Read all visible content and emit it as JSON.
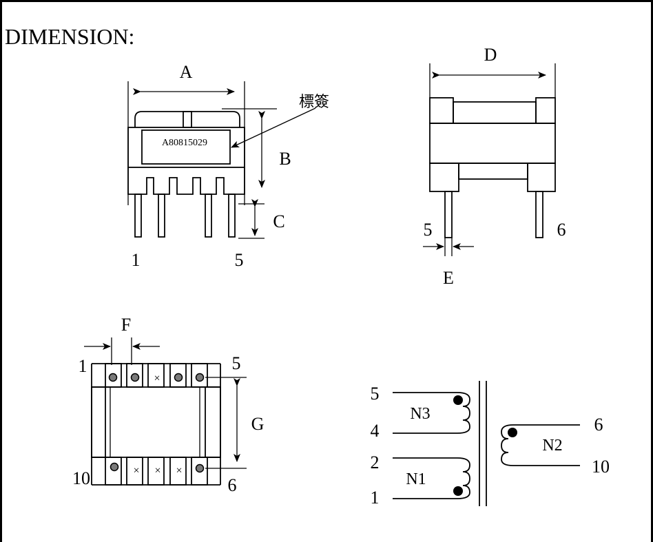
{
  "title": "DIMENSION:",
  "front_view": {
    "label_a": "A",
    "label_b": "B",
    "label_c": "C",
    "label_tag": "標簽",
    "part_number": "A80815029",
    "pin_left": "1",
    "pin_right": "5"
  },
  "side_view": {
    "label_d": "D",
    "label_e": "E",
    "pin_left": "5",
    "pin_right": "6"
  },
  "bottom_view": {
    "label_f": "F",
    "label_g": "G",
    "pin_top_left": "1",
    "pin_top_right": "5",
    "pin_bottom_left": "10",
    "pin_bottom_right": "6",
    "no_pin_mark": "×"
  },
  "schematic": {
    "pin_5": "5",
    "pin_4": "4",
    "pin_2": "2",
    "pin_1": "1",
    "pin_6": "6",
    "pin_10": "10",
    "winding_n3": "N3",
    "winding_n1": "N1",
    "winding_n2": "N2"
  }
}
